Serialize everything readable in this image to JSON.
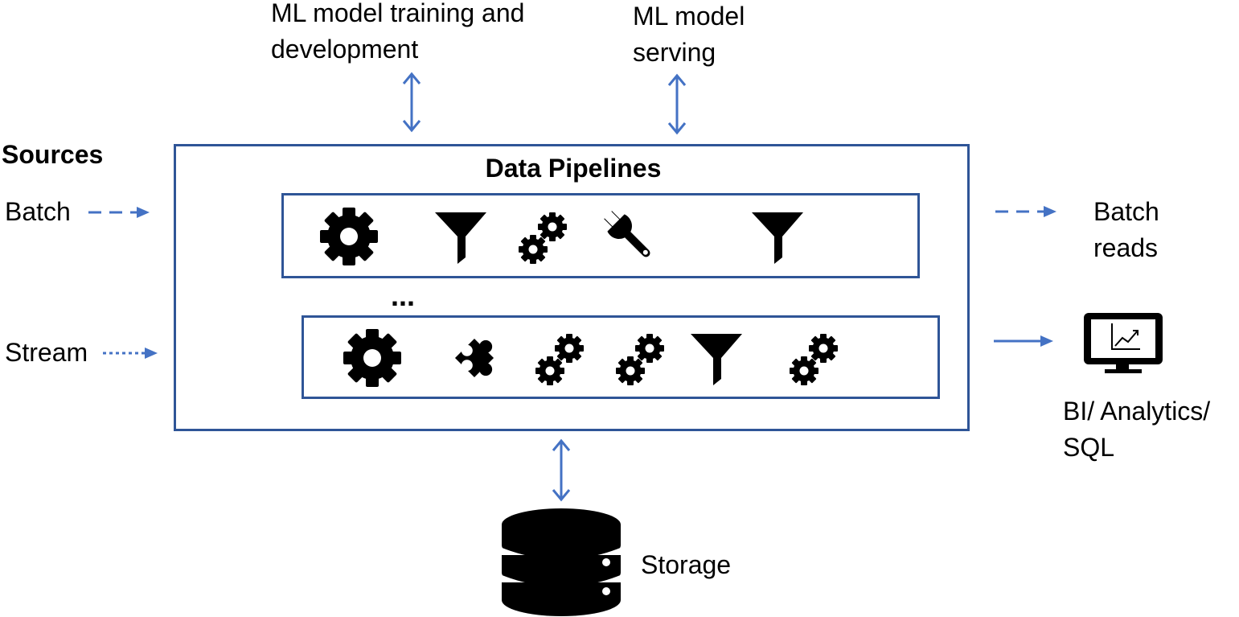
{
  "top": {
    "training_line1": "ML model training and",
    "training_line2": "development",
    "serving_line1": "ML model",
    "serving_line2": "serving"
  },
  "sources": {
    "title": "Sources",
    "batch": "Batch",
    "stream": "Stream"
  },
  "pipelines": {
    "title": "Data Pipelines",
    "ellipsis": "...",
    "batch_row_icons": [
      "gear-icon",
      "filter-icon",
      "gears-icon",
      "wrench-icon",
      "filter-icon"
    ],
    "stream_row_icons": [
      "gear-icon",
      "puzzle-icon",
      "gears-icon",
      "gears-icon",
      "filter-icon",
      "gears-icon"
    ]
  },
  "outputs": {
    "batch_reads_line1": "Batch",
    "batch_reads_line2": "reads",
    "bi_line1": "BI/ Analytics/",
    "bi_line2": "SQL"
  },
  "storage": {
    "label": "Storage"
  },
  "colors": {
    "arrow": "#4472c4",
    "box_border": "#2f5597",
    "icon": "#000000"
  }
}
